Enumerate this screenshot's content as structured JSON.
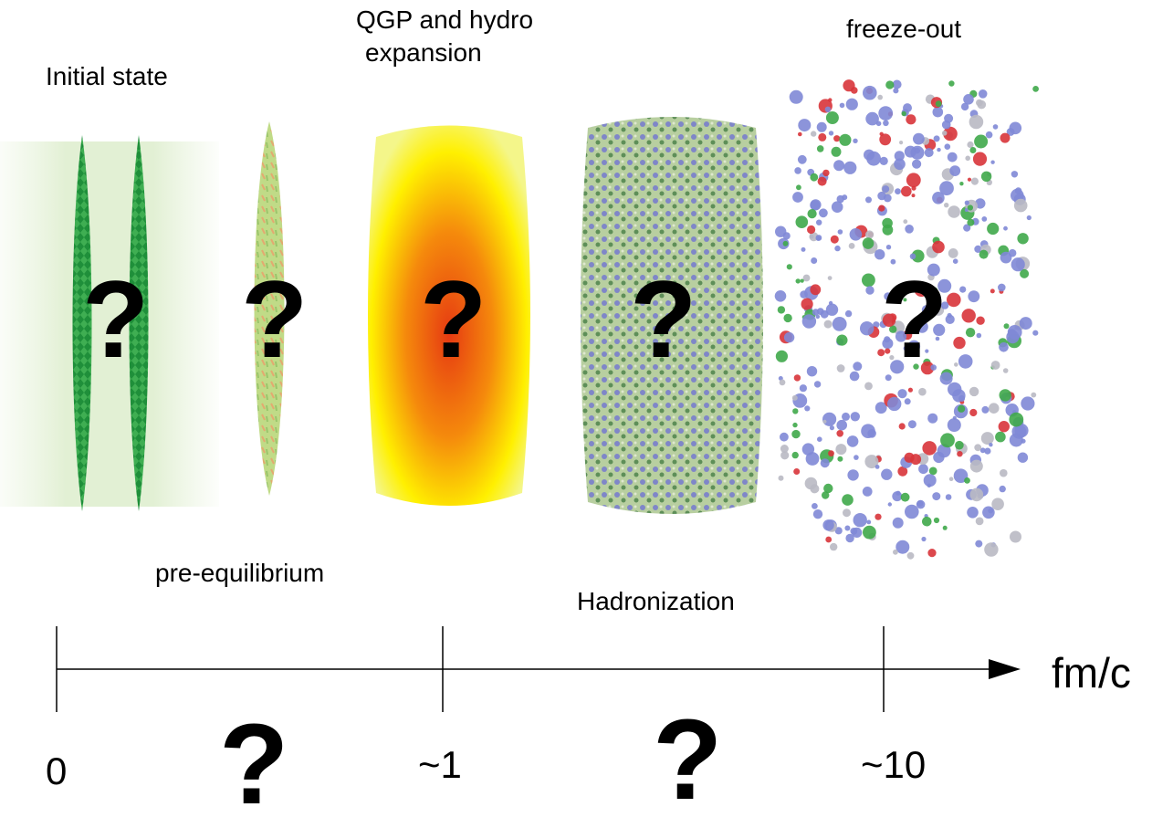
{
  "stages": [
    {
      "label": "Initial state"
    },
    {
      "label": "pre-equilibrium"
    },
    {
      "label_line1": "QGP and hydro",
      "label_line2": "expansion"
    },
    {
      "label": "Hadronization"
    },
    {
      "label": "freeze-out"
    }
  ],
  "question_mark": "?",
  "axis": {
    "unit_label": "fm/c",
    "ticks": [
      "0",
      "~1",
      "~10"
    ]
  }
}
